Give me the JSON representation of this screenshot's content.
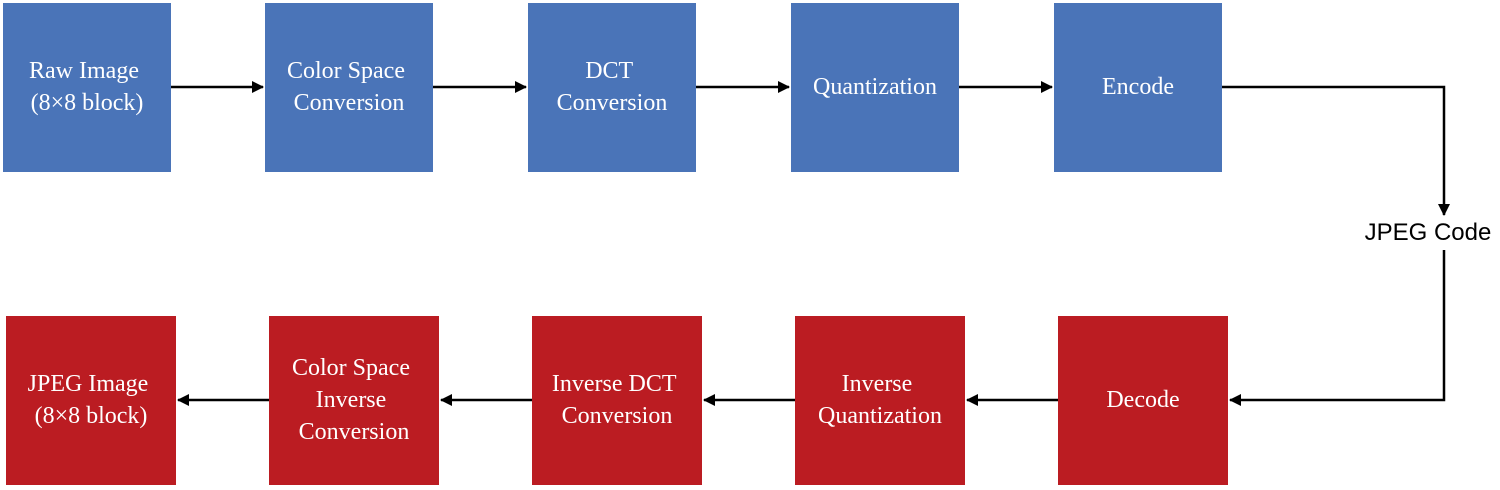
{
  "diagram": {
    "colors": {
      "encode_box": "#4a74b8",
      "decode_box": "#bb1c22",
      "arrow": "#000000",
      "box_text": "#ffffff"
    },
    "encode_steps": [
      {
        "lines": [
          "Raw Image",
          "(8×8 block)"
        ]
      },
      {
        "lines": [
          "Color Space",
          "Conversion"
        ]
      },
      {
        "lines": [
          "DCT",
          "Conversion"
        ]
      },
      {
        "lines": [
          "Quantization"
        ]
      },
      {
        "lines": [
          "Encode"
        ]
      }
    ],
    "intermediate": "JPEG Code",
    "decode_steps": [
      {
        "lines": [
          "JPEG Image",
          "(8×8 block)"
        ]
      },
      {
        "lines": [
          "Color Space",
          "Inverse",
          "Conversion"
        ]
      },
      {
        "lines": [
          "Inverse DCT",
          "Conversion"
        ]
      },
      {
        "lines": [
          "Inverse",
          "Quantization"
        ]
      },
      {
        "lines": [
          "Decode"
        ]
      }
    ]
  }
}
